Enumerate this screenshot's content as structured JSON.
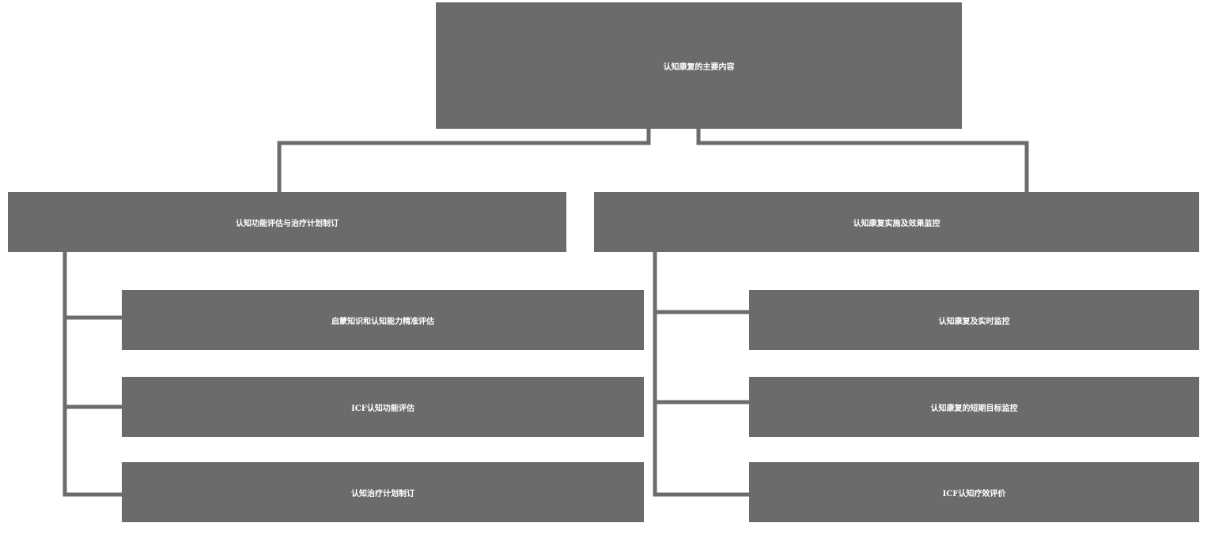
{
  "root": {
    "label": "认知康复的主要内容"
  },
  "branches": [
    {
      "label": "认知功能评估与治疗计划制订",
      "children": [
        {
          "label": "启蒙知识和认知能力精准评估"
        },
        {
          "label": "ICF认知功能评估"
        },
        {
          "label": "认知治疗计划制订"
        }
      ]
    },
    {
      "label": "认知康复实施及效果监控",
      "children": [
        {
          "label": "认知康复及实时监控"
        },
        {
          "label": "认知康复的短期目标监控"
        },
        {
          "label": "ICF认知疗效评价"
        }
      ]
    }
  ],
  "colors": {
    "box_fill": "#6b6b6b",
    "box_text": "#ffffff",
    "connector": "#6b6b6b"
  }
}
